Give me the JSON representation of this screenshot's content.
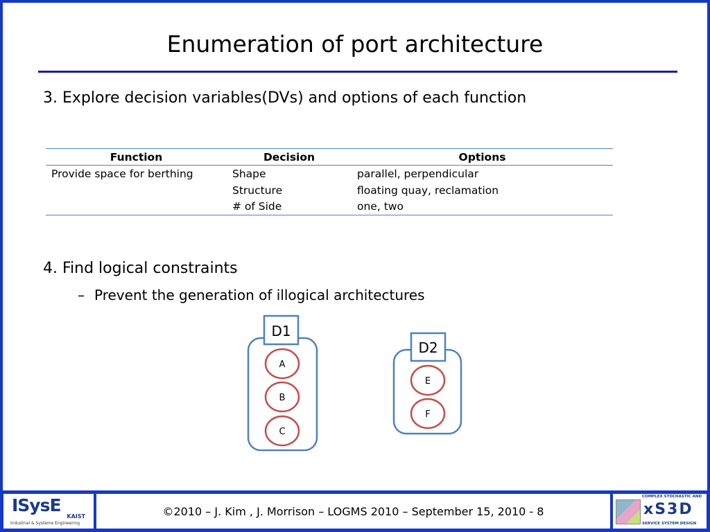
{
  "title": "Enumeration of port architecture",
  "step3": "3. Explore decision variables(DVs) and options of each function",
  "table": {
    "headers": [
      "Function",
      "Decision",
      "Options"
    ],
    "rows": [
      [
        "Provide space for berthing",
        "Shape",
        "parallel, perpendicular"
      ],
      [
        "",
        "Structure",
        "floating quay, reclamation"
      ],
      [
        "",
        "# of Side",
        "one, two"
      ]
    ]
  },
  "step4": "4. Find logical constraints",
  "bullet": {
    "dash": "–",
    "text": "Prevent the generation of illogical architectures"
  },
  "diagram": {
    "groups": [
      {
        "label": "D1",
        "options": [
          "A",
          "B",
          "C"
        ]
      },
      {
        "label": "D2",
        "options": [
          "E",
          "F"
        ]
      }
    ]
  },
  "footer": {
    "text": "©2010 – J. Kim , J. Morrison – LOGMS 2010 – September 15, 2010 - 8",
    "logo_left": {
      "main": "ISysE",
      "sub": "KAIST",
      "caption": "Industrial & Systems Engineering"
    },
    "logo_right": {
      "top": "COMPLEX STOCHASTIC AND",
      "main": "xS3D",
      "bottom": "SERVICE SYSTEM DESIGN"
    }
  },
  "colors": {
    "frame": "#1638c8",
    "container": "#4f81bd",
    "option": "#c0504d"
  }
}
